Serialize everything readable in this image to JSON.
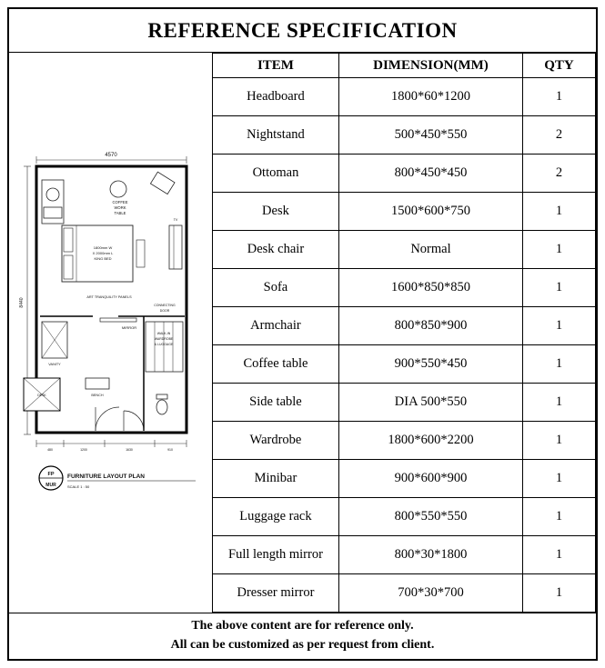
{
  "title": "REFERENCE SPECIFICATION",
  "table": {
    "headers": {
      "item": "ITEM",
      "dimension": "DIMENSION(MM)",
      "qty": "QTY"
    },
    "rows": [
      {
        "item": "Headboard",
        "dimension": "1800*60*1200",
        "qty": "1"
      },
      {
        "item": "Nightstand",
        "dimension": "500*450*550",
        "qty": "2"
      },
      {
        "item": "Ottoman",
        "dimension": "800*450*450",
        "qty": "2"
      },
      {
        "item": "Desk",
        "dimension": "1500*600*750",
        "qty": "1"
      },
      {
        "item": "Desk chair",
        "dimension": "Normal",
        "qty": "1"
      },
      {
        "item": "Sofa",
        "dimension": "1600*850*850",
        "qty": "1"
      },
      {
        "item": "Armchair",
        "dimension": "800*850*900",
        "qty": "1"
      },
      {
        "item": "Coffee table",
        "dimension": "900*550*450",
        "qty": "1"
      },
      {
        "item": "Side table",
        "dimension": "DIA 500*550",
        "qty": "1"
      },
      {
        "item": "Wardrobe",
        "dimension": "1800*600*2200",
        "qty": "1"
      },
      {
        "item": "Minibar",
        "dimension": "900*600*900",
        "qty": "1"
      },
      {
        "item": "Luggage rack",
        "dimension": "800*550*550",
        "qty": "1"
      },
      {
        "item": "Full length mirror",
        "dimension": "800*30*1800",
        "qty": "1"
      },
      {
        "item": "Dresser mirror",
        "dimension": "700*30*700",
        "qty": "1"
      }
    ]
  },
  "plan": {
    "dim_top": "4570",
    "dim_left": "8440",
    "dims_bottom": [
      "480",
      "1200",
      "1630",
      "910"
    ],
    "labels": {
      "coffee_1": "COFFEE",
      "coffee_2": "WORK",
      "coffee_3": "TABLE",
      "bed_1": "1800mm W",
      "bed_2": "X 2000mm L",
      "bed_3": "KING BED",
      "art_panel": "ART TRANQUILITY PANELS",
      "tv": "TV",
      "connecting_1": "CONNECTING",
      "connecting_2": "DOOR",
      "mirror": "MIRROR",
      "vanity": "VANITY",
      "wardrobe_1": "WALK-IN",
      "wardrobe_2": "WARDROBE",
      "wardrobe_3": "& LUGGAGE",
      "bench": "BENCH",
      "desk": "DESK"
    },
    "title_block": {
      "code_top": "FP",
      "code_bottom": "MUR",
      "title": "FURNITURE LAYOUT PLAN",
      "scale": "SCALE 1 : 50"
    }
  },
  "footer": {
    "line1": "The above content are for reference only.",
    "line2": "All can be customized as per request from client."
  }
}
